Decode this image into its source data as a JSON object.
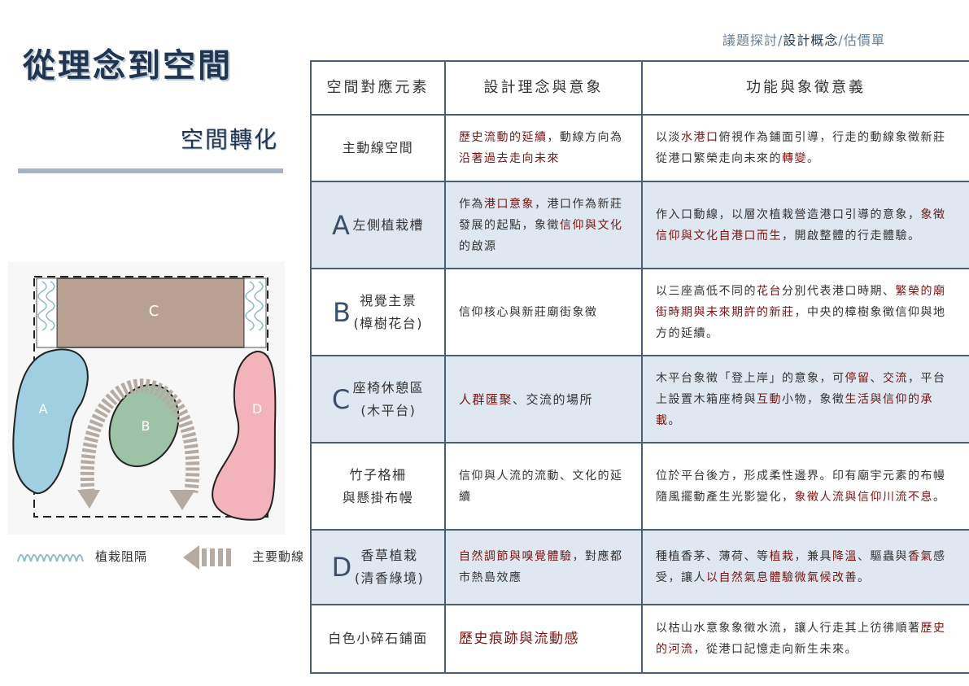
{
  "header": {
    "title": "從理念到空間",
    "subtitle": "空間轉化",
    "breadcrumb": [
      {
        "t": "議題探討/"
      },
      {
        "t": "設計概念",
        "current": true
      },
      {
        "t": "/估價單"
      }
    ]
  },
  "diagram": {
    "labels": {
      "A": "A",
      "B": "B",
      "C": "C",
      "D": "D"
    },
    "colors": {
      "A": "#9fcfe0",
      "B": "#9ec2a6",
      "C": "#b8a192",
      "D": "#f2b3ba",
      "arrow": "#b5aba2",
      "wave": "#8fbcc4"
    },
    "legend": {
      "planting_barrier": "植栽阻隔",
      "main_flow": "主要動線"
    }
  },
  "table": {
    "headers": [
      "空間對應元素",
      "設計理念與意象",
      "功能與象徵意義"
    ],
    "rows": [
      {
        "letter": "",
        "element": "主動線空間",
        "shade": false,
        "concept": [
          {
            "t": "歷史流動的延續",
            "hl": true
          },
          {
            "t": "，動線方向為"
          },
          {
            "t": "沿著過去走向未來",
            "hl": true
          }
        ],
        "meaning": [
          {
            "t": "以淡"
          },
          {
            "t": "水港口",
            "hl": true
          },
          {
            "t": "俯視作為鋪面引導，行走的動線象徵新莊從港口繁榮走向未來的"
          },
          {
            "t": "轉變",
            "hl": true
          },
          {
            "t": "。"
          }
        ]
      },
      {
        "letter": "A",
        "element": "左側植栽槽",
        "shade": true,
        "concept": [
          {
            "t": "作為"
          },
          {
            "t": "港口意象",
            "hl": true
          },
          {
            "t": "，港口作為新莊發展的起點，象徵"
          },
          {
            "t": "信仰與文化",
            "hl": true
          },
          {
            "t": "的啟源"
          }
        ],
        "meaning": [
          {
            "t": "作入口動線，以層次植栽營造港口引導的意象，"
          },
          {
            "t": "象徵信仰與文化自港口而生",
            "hl": true
          },
          {
            "t": "，開啟整體的行走體驗。"
          }
        ]
      },
      {
        "letter": "B",
        "element": "視覺主景\n(樟樹花台)",
        "shade": false,
        "concept": [
          {
            "t": "信仰核心與新莊廟街象徵"
          }
        ],
        "meaning": [
          {
            "t": "以三座高低不同的"
          },
          {
            "t": "花台",
            "hl": true
          },
          {
            "t": "分別代表港口時期、"
          },
          {
            "t": "繁榮的廟街時期與未來期許的新莊",
            "hl": true
          },
          {
            "t": "，中央的樟樹象徵信仰與地方的延續。"
          }
        ]
      },
      {
        "letter": "C",
        "element": "座椅休憩區\n(木平台)",
        "shade": true,
        "concept": [
          {
            "t": "人群匯聚",
            "hl": true
          },
          {
            "t": "、交流的場所"
          }
        ],
        "meaning": [
          {
            "t": "木平台象徵「登上岸」的意象，可"
          },
          {
            "t": "停留",
            "hl": true
          },
          {
            "t": "、"
          },
          {
            "t": "交流",
            "hl": true
          },
          {
            "t": "，平台上設置木箱座椅與"
          },
          {
            "t": "互動",
            "hl": true
          },
          {
            "t": "小物，象徵"
          },
          {
            "t": "生活與信仰的承載",
            "hl": true
          },
          {
            "t": "。"
          }
        ]
      },
      {
        "letter": "",
        "element": "竹子格柵\n與懸掛布幔",
        "shade": false,
        "concept": [
          {
            "t": "信仰與人流的流動、文化的延續"
          }
        ],
        "meaning": [
          {
            "t": "位於平台後方，形成柔性邊界。印有廟宇元素的布幔隨風擺動產生光影變化，"
          },
          {
            "t": "象徵人流與信仰川流不息",
            "hl": true
          },
          {
            "t": "。"
          }
        ]
      },
      {
        "letter": "D",
        "element": "香草植栽\n(清香綠境)",
        "shade": true,
        "concept": [
          {
            "t": "自然調節與嗅覺體驗",
            "hl": true
          },
          {
            "t": "，對應都市熱島效應"
          }
        ],
        "meaning": [
          {
            "t": "種植香茅、薄荷、等"
          },
          {
            "t": "植栽",
            "hl": true
          },
          {
            "t": "，兼具"
          },
          {
            "t": "降溫",
            "hl": true
          },
          {
            "t": "、驅蟲與"
          },
          {
            "t": "香氣",
            "hl": true
          },
          {
            "t": "感受，讓人"
          },
          {
            "t": "以自然氣息體驗微氣候改善",
            "hl": true
          },
          {
            "t": "。"
          }
        ]
      },
      {
        "letter": "",
        "element": "白色小碎石鋪面",
        "shade": false,
        "concept": [
          {
            "t": "歷史痕跡與流動感",
            "hl": true
          }
        ],
        "meaning": [
          {
            "t": "以枯山水意象象徵水流，讓人行走其上彷彿順著"
          },
          {
            "t": "歷史的河流",
            "hl": true
          },
          {
            "t": "，從港口記憶走向新生未來。"
          }
        ]
      }
    ]
  }
}
